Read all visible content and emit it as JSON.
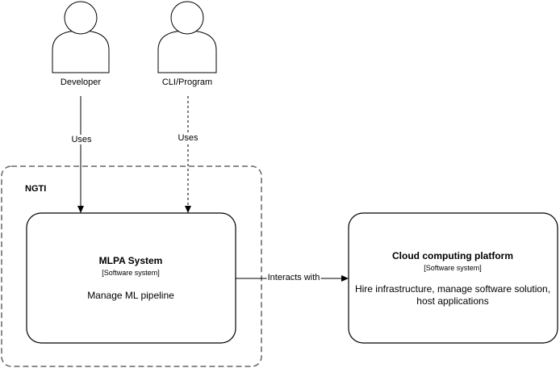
{
  "actors": [
    {
      "name": "Developer",
      "icon": "person-icon"
    },
    {
      "name": "CLI/Program",
      "icon": "person-icon"
    }
  ],
  "relations": [
    {
      "label": "Uses",
      "style": "solid"
    },
    {
      "label": "Uses",
      "style": "dashed"
    },
    {
      "label": "Interacts with",
      "style": "solid"
    }
  ],
  "boundary": {
    "title": "NGTI"
  },
  "systems": [
    {
      "title": "MLPA System",
      "type": "[Software system]",
      "description": "Manage ML pipeline"
    },
    {
      "title": "Cloud computing platform",
      "type": "[Software system]",
      "description": "Hire infrastructure, manage software solution, host applications"
    }
  ],
  "colors": {
    "stroke": "#000000",
    "boundary": "#666666",
    "background": "#ffffff"
  }
}
